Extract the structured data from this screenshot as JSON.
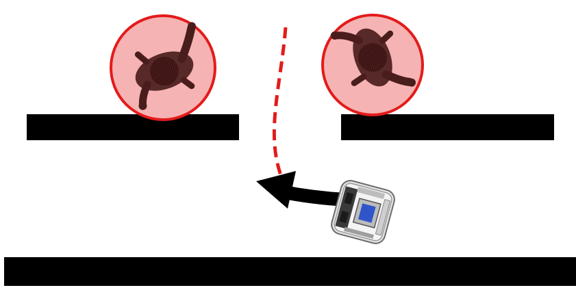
{
  "scene": {
    "background": "#ffffff",
    "wall_color": "#000000",
    "safety_zone_fill": "#f6b3b3",
    "safety_zone_stroke": "#e31b1b",
    "person_color": "#4a1d1d",
    "path_color": "#e31b1b",
    "motion_arrow_color": "#000000",
    "robot_body_color": "#d9d9d9",
    "robot_screen_color": "#2f55c9"
  },
  "elements": {
    "walls": [
      "upper-left-wall",
      "upper-right-wall",
      "bottom-wall"
    ],
    "pedestrians": [
      "pedestrian-left",
      "pedestrian-right"
    ],
    "icons": [
      "person-topdown-icon",
      "robot-topdown-icon",
      "motion-arrow-icon"
    ]
  }
}
